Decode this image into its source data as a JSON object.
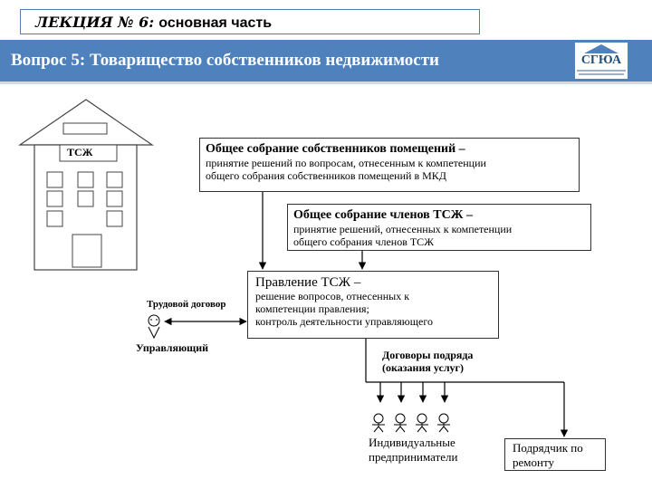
{
  "header": {
    "lecture_label": "ЛЕКЦИЯ № 6:",
    "lecture_part": "основная часть",
    "title": "Вопрос 5: Товарищество собственников недвижимости"
  },
  "logo": {
    "text": "СГЮА"
  },
  "building": {
    "label": "ТСЖ"
  },
  "boxes": {
    "general_meeting_owners": {
      "title": "Общее собрание собственников помещений –",
      "body": [
        "принятие решений по вопросам, отнесенным к компетенции",
        "общего собрания собственников помещений в МКД"
      ]
    },
    "general_meeting_members": {
      "title": "Общее собрание членов ТСЖ –",
      "body": [
        "принятие решений, отнесенных к компетенции",
        "общего собрания членов ТСЖ"
      ]
    },
    "board": {
      "title": "Правление ТСЖ –",
      "body": [
        "решение вопросов, отнесенных к",
        "компетенции правления;",
        "контроль деятельности управляющего"
      ]
    },
    "contractor": {
      "body": [
        "Подрядчик по",
        "ремонту"
      ]
    }
  },
  "labels": {
    "labor_contract": "Трудовой договор",
    "manager": "Управляющий",
    "contracts_line1": "Договоры подряда",
    "contracts_line2": "(оказания услуг)",
    "entrepreneurs_line1": "Индивидуальные",
    "entrepreneurs_line2": "предприниматели"
  },
  "colors": {
    "accent": "#4f81bd",
    "frame": "#5a7fae",
    "line": "#000000"
  }
}
